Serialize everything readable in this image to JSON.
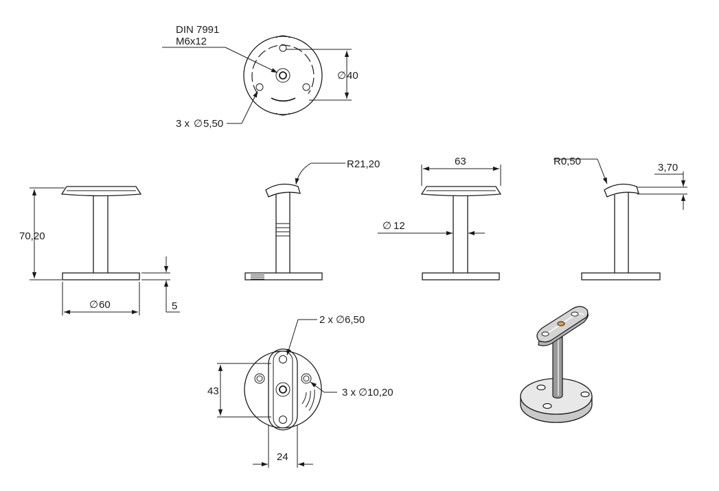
{
  "drawing": {
    "top_view": {
      "screw_line1": "DIN 7991",
      "screw_line2": "M6x12",
      "dia_40": "40",
      "holes_prefix": "3 x",
      "holes_value": "5,50"
    },
    "front_view": {
      "height": "70,20",
      "dia_60": "60",
      "thickness": "5"
    },
    "side_view": {
      "radius": "R21,20"
    },
    "front_view_2": {
      "width": "63",
      "dia_12": "12"
    },
    "side_view_2": {
      "radius": "R0,50",
      "depth": "3,70"
    },
    "bottom_view": {
      "height_43": "43",
      "width_24": "24",
      "slots_prefix": "2 x",
      "slots_value": "6,50",
      "holes_prefix": "3 x",
      "holes_value": "10,20"
    },
    "diameter_symbol": "∅"
  }
}
